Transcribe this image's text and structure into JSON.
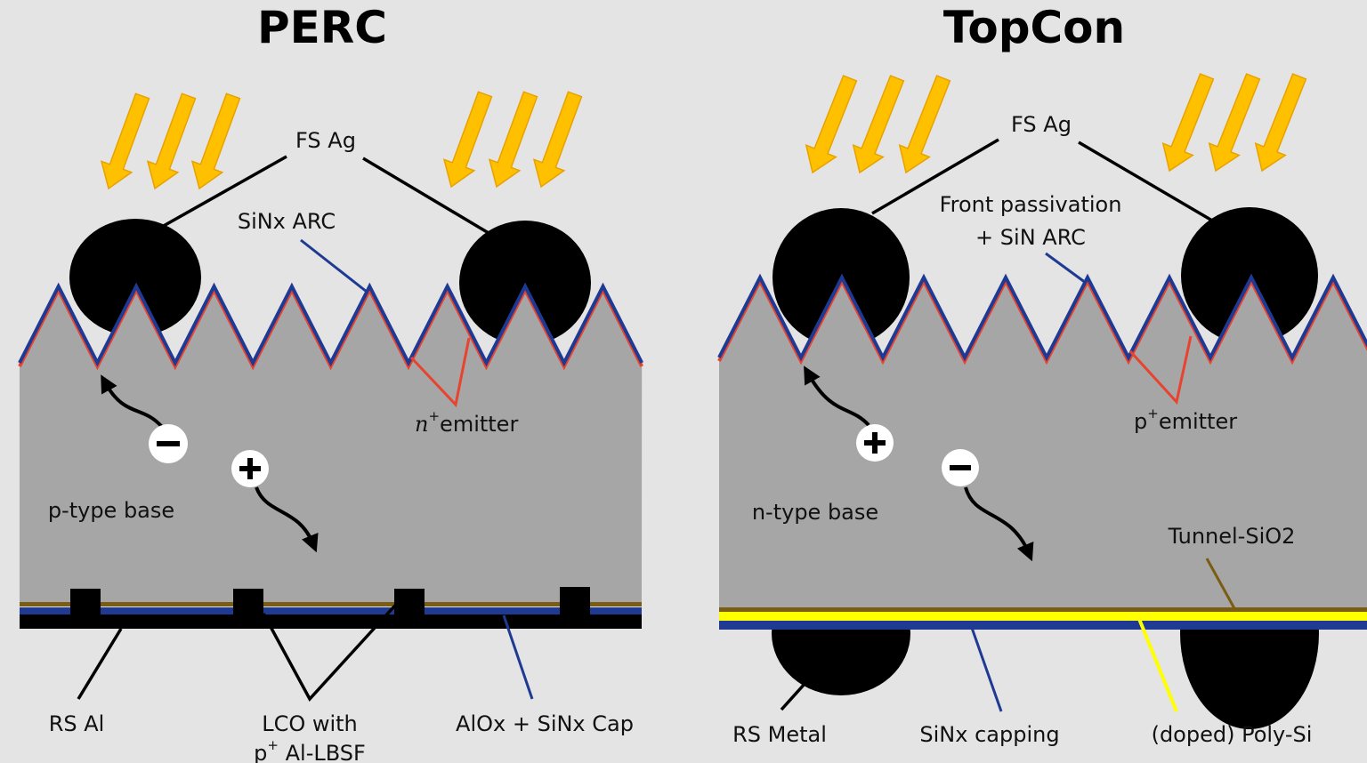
{
  "titles": {
    "left": "PERC",
    "right": "TopCon"
  },
  "perc": {
    "fs_ag": "FS Ag",
    "sinx_arc": "SiNx ARC",
    "emitter_prefix": "n",
    "emitter_sup": "+",
    "emitter_text": "emitter",
    "base": "p-type base",
    "rs": "RS Al",
    "lco_line1": "LCO with",
    "lco_line2_pre": "p",
    "lco_line2_sup": "+",
    "lco_line2_post": " Al-LBSF",
    "cap": "AlOx + SiNx Cap",
    "carrier_minus": "−",
    "carrier_plus": "+"
  },
  "topcon": {
    "fs_ag": "FS Ag",
    "front_line1": "Front passivation",
    "front_line2": "+ SiN ARC",
    "emitter_prefix": "p",
    "emitter_sup": "+",
    "emitter_text": "emitter",
    "base": "n-type base",
    "tunnel": "Tunnel-SiO2",
    "rs": "RS Metal",
    "capping": "SiNx capping",
    "poly": "(doped) Poly-Si",
    "carrier_plus": "+",
    "carrier_minus": "−"
  },
  "colors": {
    "background": "#e4e4e4",
    "silicon": "#a6a6a6",
    "arc_blue": "#1f3a93",
    "emitter_red": "#e8432e",
    "arrow_yellow": "#ffc000",
    "arrow_outline": "#e8a200",
    "brown_layer": "#7a5c12",
    "poly_yellow": "#ffff00",
    "contact_black": "#000000"
  }
}
